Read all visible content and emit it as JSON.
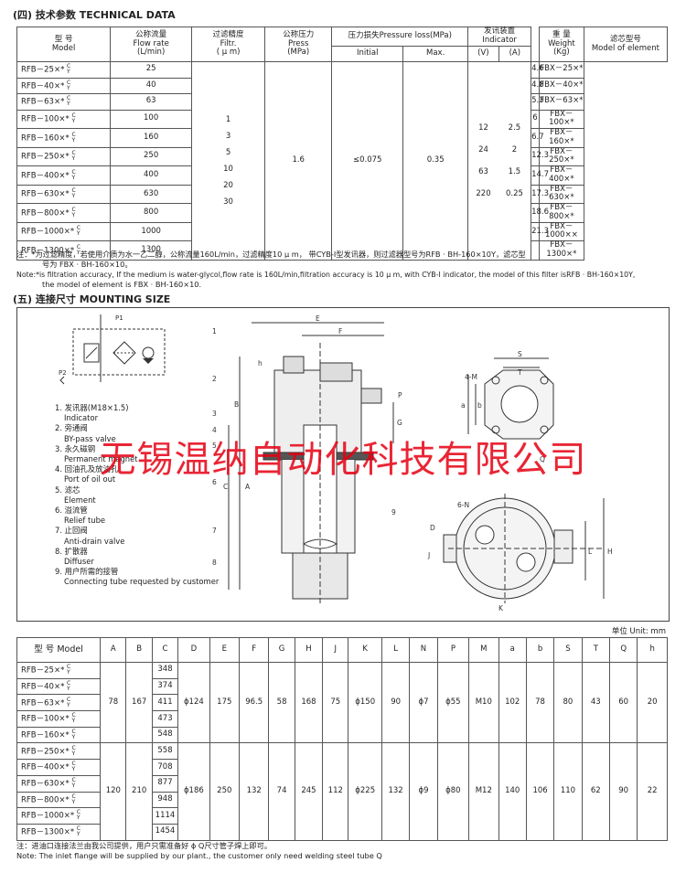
{
  "section1_title": "(四) 技术参数 TECHNICAL DATA",
  "tech_headers": {
    "model_cn": "型 号",
    "model_en": "Model",
    "flow_cn": "公称流量",
    "flow_en": "Flow rate",
    "flow_unit": "(L/min)",
    "filtr_cn": "过滤精度",
    "filtr_en": "Filtr.",
    "filtr_unit": "( μ m)",
    "press_cn": "公称压力",
    "press_en": "Press",
    "press_unit": "(MPa)",
    "ploss": "压力损失Pressure loss(MPa)",
    "initial": "Initial",
    "max": "Max.",
    "indicator": "发讯装置 Indicator",
    "v": "(V)",
    "a": "(A)",
    "weight_cn": "重 量",
    "weight_en": "Weight",
    "weight_unit": "(Kg)",
    "element_cn": "滤芯型号",
    "element_en": "Model of element"
  },
  "tech_rows": [
    {
      "model": "RFB－25×*",
      "flow": "25",
      "weight": "4.6",
      "element": "FBX－25×*"
    },
    {
      "model": "RFB－40×*",
      "flow": "40",
      "weight": "4.8",
      "element": "FBX－40×*"
    },
    {
      "model": "RFB－63×*",
      "flow": "63",
      "weight": "5.3",
      "element": "FBX－63×*"
    },
    {
      "model": "RFB－100×*",
      "flow": "100",
      "weight": "6",
      "element": "FBX－100×*"
    },
    {
      "model": "RFB－160×*",
      "flow": "160",
      "weight": "6.7",
      "element": "FBX－160×*"
    },
    {
      "model": "RFB－250×*",
      "flow": "250",
      "weight": "12.3",
      "element": "FBX－250×*"
    },
    {
      "model": "RFB－400×*",
      "flow": "400",
      "weight": "14.7",
      "element": "FBX－400×*"
    },
    {
      "model": "RFB－630×*",
      "flow": "630",
      "weight": "17.3",
      "element": "FBX－630×*"
    },
    {
      "model": "RFB－800×*",
      "flow": "800",
      "weight": "18.6",
      "element": "FBX－800×*"
    },
    {
      "model": "RFB－1000×*",
      "flow": "1000",
      "weight": "21.3",
      "element": "FBX－1000××"
    },
    {
      "model": "RFB－1300×*",
      "flow": "1300",
      "weight": "",
      "element": "FBX－1300×*"
    }
  ],
  "cy_sup_c": "C",
  "cy_sup_y": "Y",
  "filtr_values": [
    "1",
    "3",
    "5",
    "10",
    "20",
    "30"
  ],
  "press_value": "1.6",
  "initial_value": "≤0.075",
  "max_value": "0.35",
  "volt_values": [
    "12",
    "24",
    "63",
    "220"
  ],
  "amp_values": [
    "2.5",
    "2",
    "1.5",
    "0.25"
  ],
  "note1_cn": "注：*为过滤精度，若使用介质为水一乙二醇，公称流量160L/min，过滤精度10 μ m， 带CYB-I型发讯器，则过滤器型号为RFB · BH-160×10Y，滤芯型",
  "note1_cn2": "号为 FBX · BH-160×10。",
  "note1_en": "Note:*is filtration accuracy, If the medium is water-glycol,flow rate is 160L/min,filtration accuracy is 10 μ m, with CYB-I indicator, the model of this filter isRFB · BH-160×10Y,",
  "note1_en2": "the model of element is FBX · BH-160×10.",
  "section2_title": "(五) 连接尺寸 MOUNTING SIZE",
  "legend": [
    {
      "cn": "1. 发讯器(M18×1.5)",
      "en": "Indicator"
    },
    {
      "cn": "2. 旁通阀",
      "en": "BY-pass valve"
    },
    {
      "cn": "3. 永久磁钢",
      "en": "Permanent magnet"
    },
    {
      "cn": "4. 回油孔及放油孔",
      "en": "Port of oil out"
    },
    {
      "cn": "5. 滤芯",
      "en": "Element"
    },
    {
      "cn": "6. 溢流管",
      "en": "Relief tube"
    },
    {
      "cn": "7. 止回阀",
      "en": "Anti-drain valve"
    },
    {
      "cn": "8. 扩散器",
      "en": "Diffuser"
    },
    {
      "cn": "9. 用户所需的接管",
      "en": "Connecting tube requested by customer"
    }
  ],
  "drawing_labels": {
    "P1": "P1",
    "P2": "P2",
    "E": "E",
    "F": "F",
    "h": "h",
    "P": "P",
    "G": "G",
    "B": "B",
    "A": "A",
    "C": "C",
    "S": "S",
    "T": "T",
    "b": "b",
    "a": "a",
    "Q": "Q",
    "M4": "4-M",
    "N6": "6-N",
    "D": "D",
    "J": "J",
    "L": "L",
    "H": "H",
    "K": "K",
    "n1": "1",
    "n2": "2",
    "n3": "3",
    "n4": "4",
    "n5": "5",
    "n6": "6",
    "n7": "7",
    "n8": "8",
    "n9": "9"
  },
  "watermark": "无锡温纳自动化科技有限公司",
  "unit_label": "单位 Unit: mm",
  "dim_headers": [
    "型 号 Model",
    "A",
    "B",
    "C",
    "D",
    "E",
    "F",
    "G",
    "H",
    "J",
    "K",
    "L",
    "N",
    "P",
    "M",
    "a",
    "b",
    "S",
    "T",
    "Q",
    "h"
  ],
  "dim_models": [
    "RFB－25×*",
    "RFB－40×*",
    "RFB－63×*",
    "RFB－100×*",
    "RFB－160×*",
    "RFB－250×*",
    "RFB－400×*",
    "RFB－630×*",
    "RFB－800×*",
    "RFB－1000×*",
    "RFB－1300×*"
  ],
  "dim_c": [
    "348",
    "374",
    "411",
    "473",
    "548",
    "558",
    "708",
    "877",
    "948",
    "1114",
    "1454"
  ],
  "dim_group1": {
    "A": "78",
    "B": "167",
    "D": "ϕ124",
    "E": "175",
    "F": "96.5",
    "G": "58",
    "H": "168",
    "J": "75",
    "K": "ϕ150",
    "L": "90",
    "N": "ϕ7",
    "P": "ϕ55",
    "M": "M10",
    "a": "102",
    "b": "78",
    "S": "80",
    "T": "43",
    "Q": "60",
    "h": "20"
  },
  "dim_group2": {
    "A": "120",
    "B": "210",
    "D": "ϕ186",
    "E": "250",
    "F": "132",
    "G": "74",
    "H": "245",
    "J": "112",
    "K": "ϕ225",
    "L": "132",
    "N": "ϕ9",
    "P": "ϕ80",
    "M": "M12",
    "a": "140",
    "b": "106",
    "S": "110",
    "T": "62",
    "Q": "90",
    "h": "22"
  },
  "note2_cn": "注：进油口连接法兰由我公司提供，用户只需准备好 ϕ Q尺寸管子焊上即可。",
  "note2_en": "Note: The inlet flange will be supplied by our plant., the customer only need welding steel tube Q"
}
